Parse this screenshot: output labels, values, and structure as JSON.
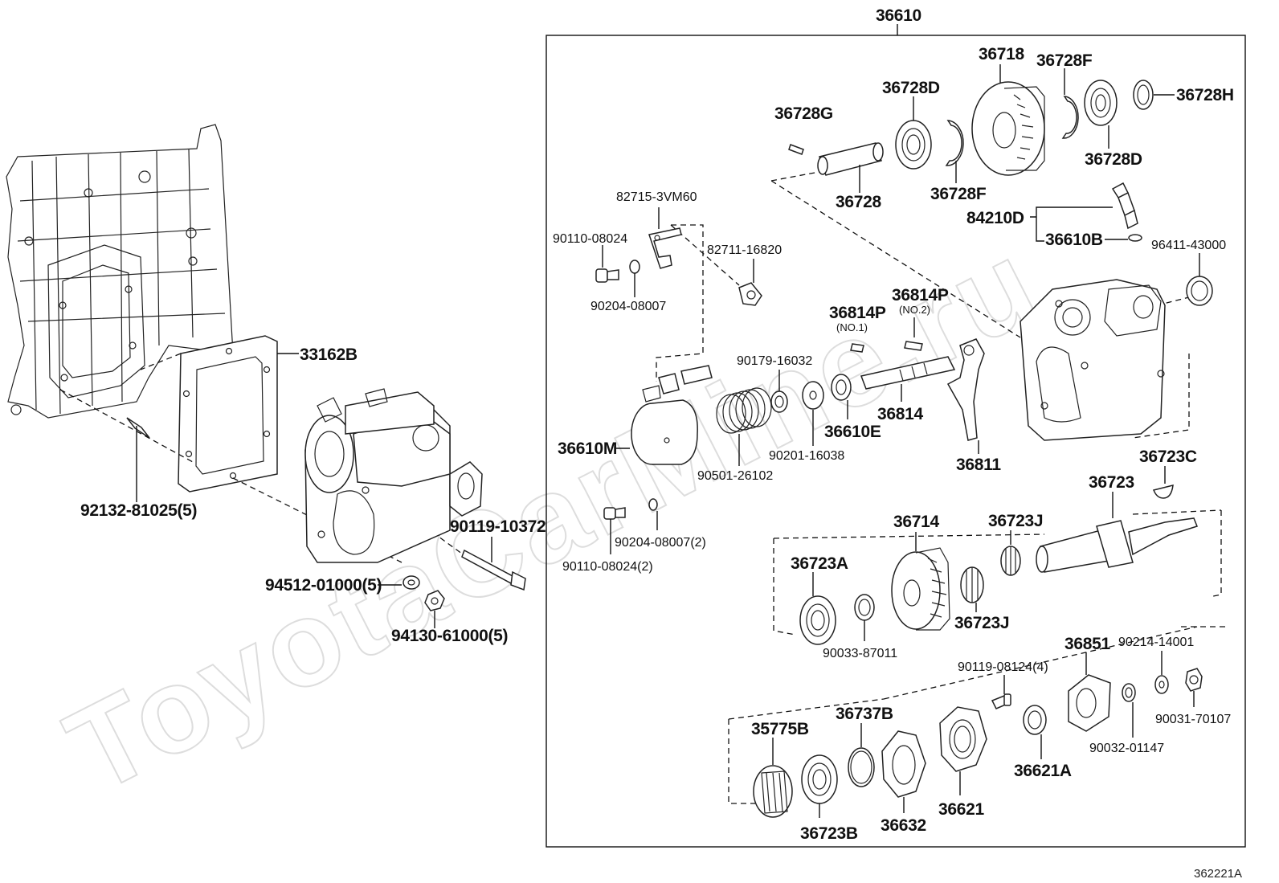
{
  "diagram": {
    "watermark": "ToyotaCarMine.ru",
    "reference_id": "362221A",
    "labels": {
      "assy": "36610",
      "p36728G": "36728G",
      "p36728D_a": "36728D",
      "p36718": "36718",
      "p36728F_a": "36728F",
      "p36728H": "36728H",
      "p36728D_b": "36728D",
      "p36728": "36728",
      "p36728F_b": "36728F",
      "p82715": "82715-3VM60",
      "p90110_a": "90110-08024",
      "p82711": "82711-16820",
      "p90204_a": "90204-08007",
      "p84210D": "84210D",
      "p36610B": "36610B",
      "p96411": "96411-43000",
      "p36814P_1": "36814P",
      "no1": "(NO.1)",
      "p36814P_2": "36814P",
      "no2": "(NO.2)",
      "p90179": "90179-16032",
      "p36610E": "36610E",
      "p36814": "36814",
      "p36811": "36811",
      "p36610M": "36610M",
      "p90201": "90201-16038",
      "p90501": "90501-26102",
      "p36723C": "36723C",
      "p36723": "36723",
      "p36714": "36714",
      "p36723J_a": "36723J",
      "p36723A": "36723A",
      "p36723J_b": "36723J",
      "p90033": "90033-87011",
      "p90110_b": "90110-08024(2)",
      "p90204_b": "90204-08007(2)",
      "p36851": "36851",
      "p90214": "90214-14001",
      "p90119_b": "90119-08124(4)",
      "p90031": "90031-70107",
      "p35775B": "35775B",
      "p36737B": "36737B",
      "p90032": "90032-01147",
      "p36621A": "36621A",
      "p36621": "36621",
      "p36632": "36632",
      "p36723B": "36723B",
      "p33162B": "33162B",
      "p92132": "92132-81025(5)",
      "p90119_a": "90119-10372",
      "p94512": "94512-01000(5)",
      "p94130": "94130-61000(5)"
    }
  }
}
